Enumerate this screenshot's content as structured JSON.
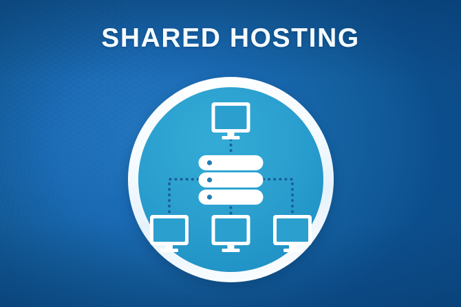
{
  "page": {
    "title": "SHARED HOSTING",
    "background_color": "#1464ad",
    "accent_color": "#2ba0cf",
    "ring_color": "#ffffff",
    "title_color": "#f4fbff",
    "line_color": "#1b5e96"
  },
  "badge": {
    "name": "shared-hosting-diagram",
    "nodes": {
      "top_monitor": {
        "label": "admin-monitor"
      },
      "server": {
        "label": "shared-server",
        "units": [
          {
            "label": "server-unit-1"
          },
          {
            "label": "server-unit-2"
          },
          {
            "label": "server-unit-3"
          }
        ]
      },
      "client_monitors": [
        {
          "label": "client-monitor-1"
        },
        {
          "label": "client-monitor-2"
        },
        {
          "label": "client-monitor-3"
        }
      ]
    },
    "connectors": [
      {
        "label": "connector-admin-to-server"
      },
      {
        "label": "connector-server-to-client-1"
      },
      {
        "label": "connector-server-to-client-2"
      },
      {
        "label": "connector-server-to-client-3"
      }
    ]
  }
}
